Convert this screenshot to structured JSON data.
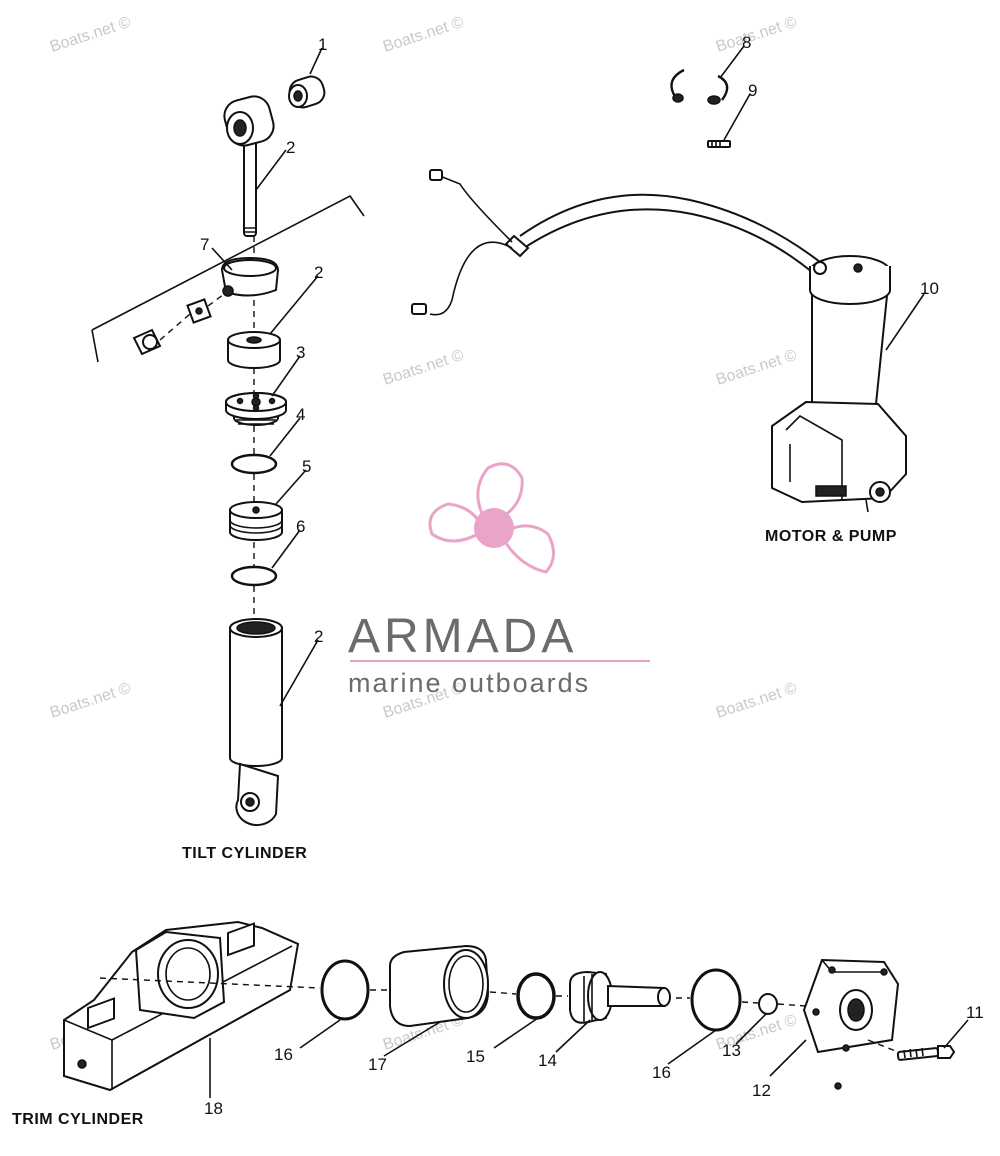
{
  "watermark_text": "Boats.net ©",
  "logo": {
    "name": "ARMADA",
    "tagline": "marine outboards",
    "color": "#e8a0c6"
  },
  "captions": {
    "tilt_cylinder": "TILT CYLINDER",
    "motor_pump": "MOTOR & PUMP",
    "trim_cylinder": "TRIM CYLINDER"
  },
  "callouts": [
    "1",
    "2",
    "7",
    "2",
    "3",
    "4",
    "5",
    "6",
    "2",
    "8",
    "9",
    "10",
    "11",
    "12",
    "13",
    "14",
    "15",
    "16",
    "16",
    "17",
    "18"
  ]
}
